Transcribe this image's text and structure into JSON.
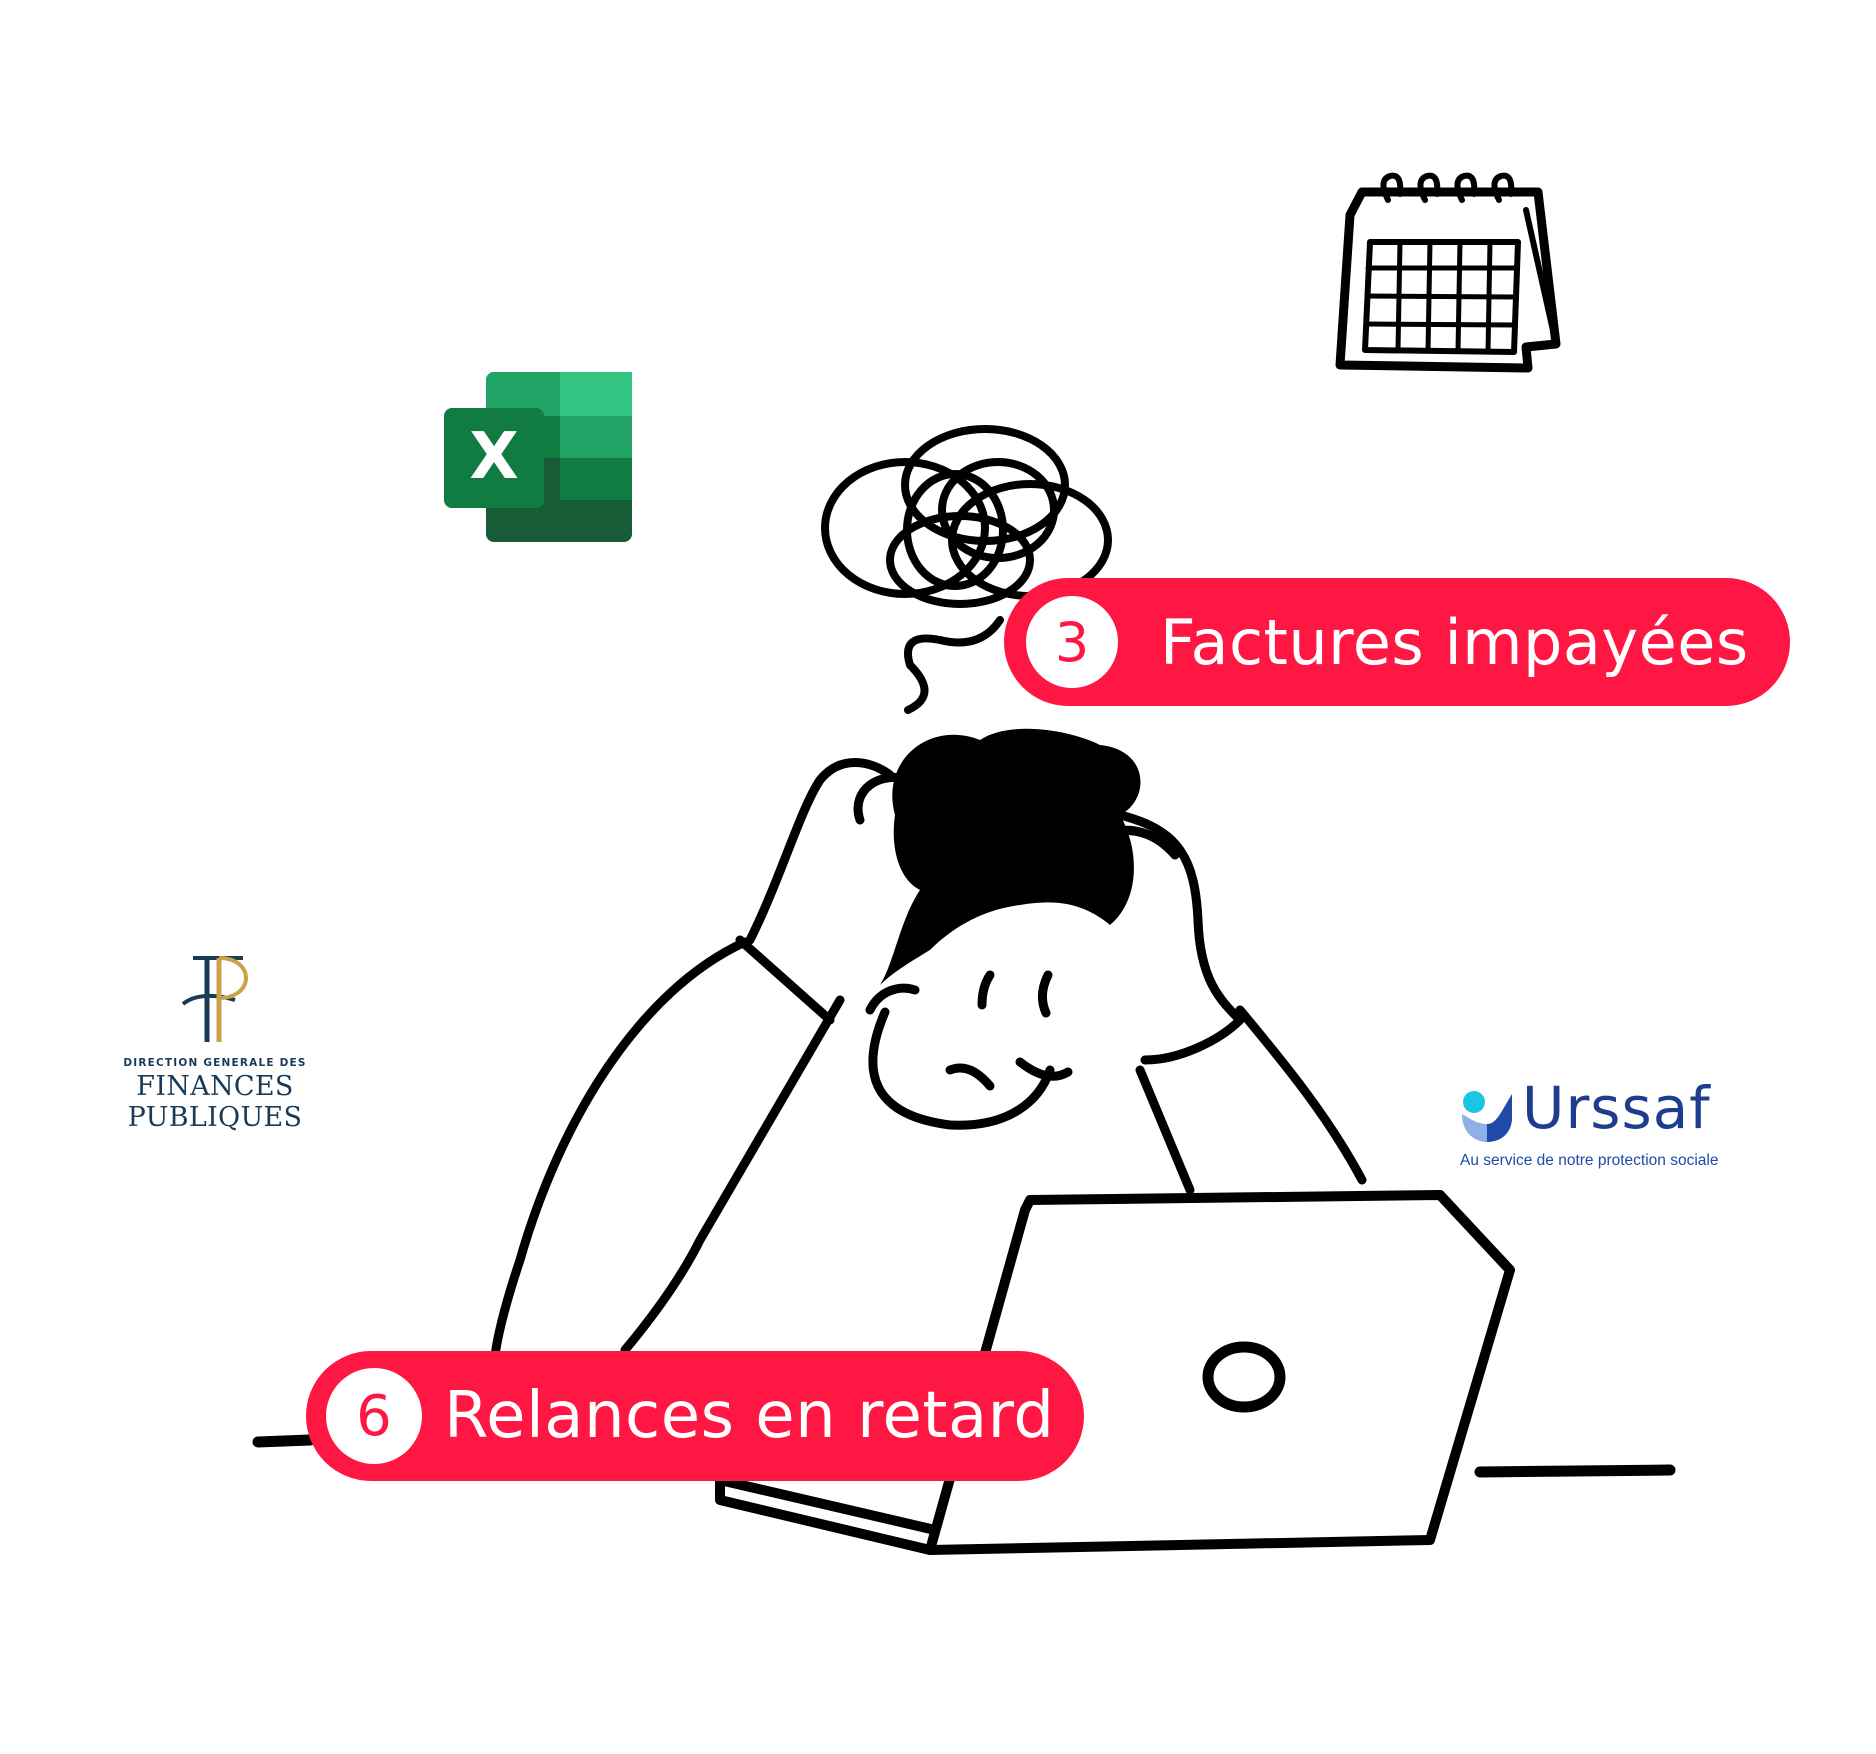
{
  "colors": {
    "accent": "#ff1744",
    "line": "#000000",
    "excel_dark": "#185c37",
    "excel_mid": "#107c41",
    "excel_light": "#33c481",
    "dgfip_blue": "#1a3a55",
    "dgfip_gold": "#c9a24a",
    "urssaf_navy": "#1f3d8f",
    "urssaf_cyan": "#1cc6e0"
  },
  "badges": [
    {
      "number": "3",
      "label": "Factures impayées"
    },
    {
      "number": "6",
      "label": "Relances en retard"
    }
  ],
  "logos": {
    "excel": {
      "letter": "X",
      "icon": "excel-icon"
    },
    "dgfip": {
      "small_text": "DIRECTION GENERALE DES",
      "big_text": "FINANCES PUBLIQUES"
    },
    "urssaf": {
      "name": "Urssaf",
      "tagline": "Au service de notre protection sociale"
    }
  },
  "illustration": {
    "subject": "stressed-person-at-laptop",
    "icons": [
      "calendar-icon",
      "tangled-thought-icon",
      "laptop-icon"
    ]
  }
}
